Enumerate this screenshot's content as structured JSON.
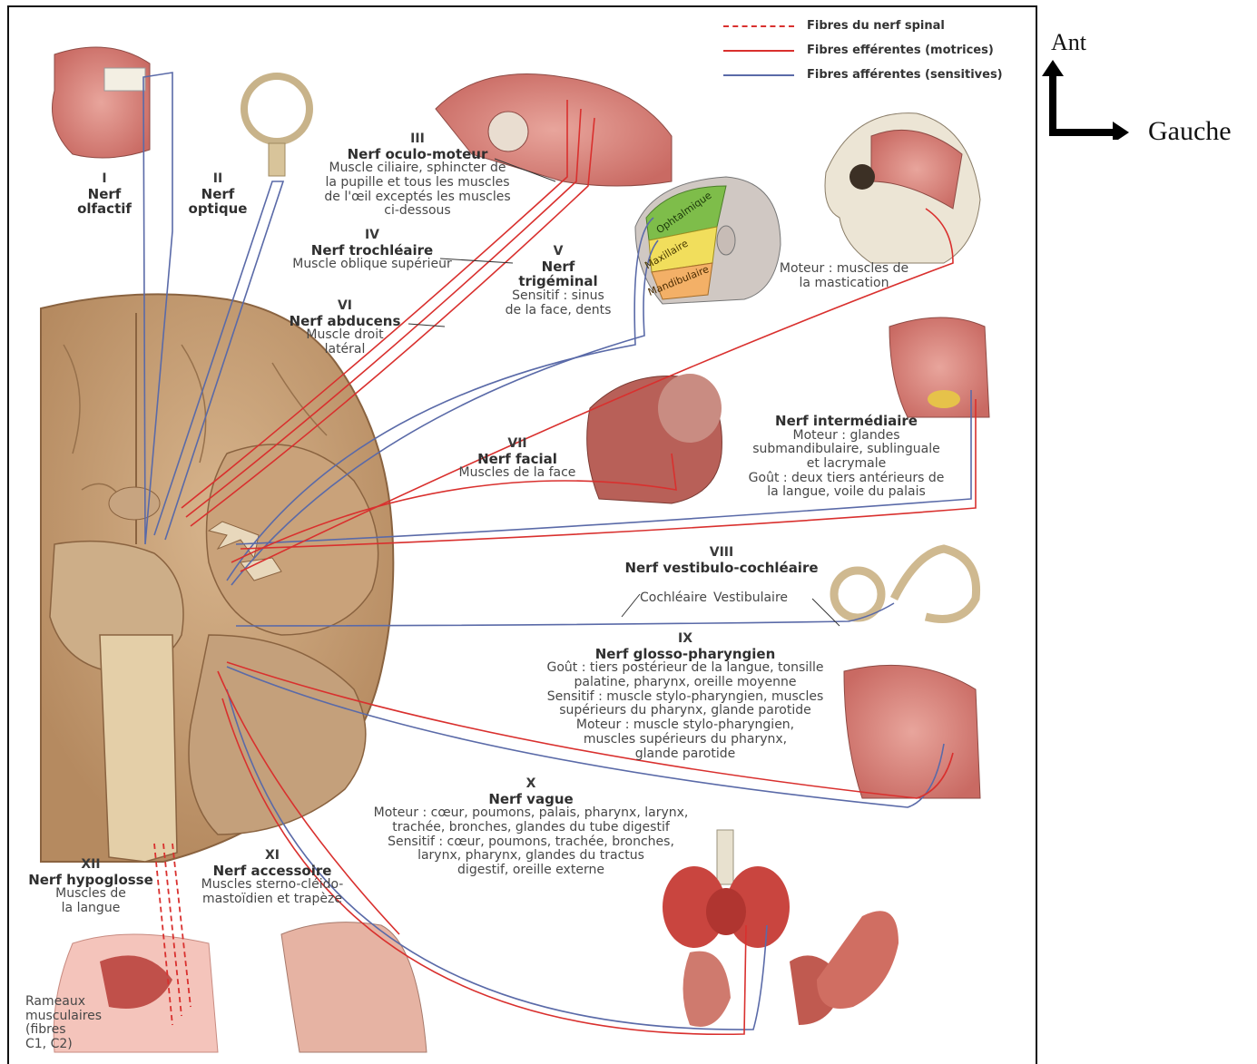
{
  "legend": {
    "spinal": "Fibres du nerf spinal",
    "efferent": "Fibres efférentes (motrices)",
    "afferent": "Fibres afférentes (sensitives)",
    "colors": {
      "spinal": "#d9302e",
      "efferent": "#d9302e",
      "afferent": "#5a6aa8"
    }
  },
  "orientation": {
    "ant": "Ant",
    "gauche": "Gauche"
  },
  "nerves": {
    "n1": {
      "num": "I",
      "name1": "Nerf",
      "name2": "olfactif"
    },
    "n2": {
      "num": "II",
      "name1": "Nerf",
      "name2": "optique"
    },
    "n3": {
      "num": "III",
      "name": "Nerf oculo-moteur",
      "desc": [
        "Muscle ciliaire, sphincter de",
        "la pupille et tous les muscles",
        "de l'œil exceptés les muscles",
        "ci-dessous"
      ]
    },
    "n4": {
      "num": "IV",
      "name": "Nerf trochléaire",
      "desc": "Muscle oblique supérieur"
    },
    "n5": {
      "num": "V",
      "name1": "Nerf",
      "name2": "trigéminal",
      "desc": [
        "Sensitif : sinus",
        "de la face, dents"
      ],
      "motor": [
        "Moteur : muscles de",
        "la mastication"
      ],
      "zones": [
        "Ophtalmique",
        "Maxillaire",
        "Mandibulaire"
      ]
    },
    "n6": {
      "num": "VI",
      "name": "Nerf abducens",
      "desc": [
        "Muscle droit",
        "latéral"
      ]
    },
    "n7": {
      "num": "VII",
      "name": "Nerf facial",
      "desc": "Muscles de la face"
    },
    "inter": {
      "name": "Nerf intermédiaire",
      "desc": [
        "Moteur : glandes",
        "submandibulaire, sublinguale",
        "et lacrymale",
        "Goût : deux tiers antérieurs de",
        "la langue, voile du palais"
      ]
    },
    "n8": {
      "num": "VIII",
      "name": "Nerf vestibulo-cochléaire",
      "desc": [
        "Cochléaire",
        "Vestibulaire"
      ]
    },
    "n9": {
      "num": "IX",
      "name": "Nerf glosso-pharyngien",
      "desc": [
        "Goût : tiers postérieur de la langue, tonsille",
        "palatine, pharynx, oreille moyenne",
        "Sensitif : muscle stylo-pharyngien, muscles",
        "supérieurs du pharynx, glande parotide",
        "Moteur : muscle stylo-pharyngien,",
        "muscles supérieurs du pharynx,",
        "glande parotide"
      ]
    },
    "n10": {
      "num": "X",
      "name": "Nerf vague",
      "desc": [
        "Moteur : cœur, poumons, palais, pharynx, larynx,",
        "trachée, bronches, glandes du tube digestif",
        "Sensitif : cœur, poumons, trachée, bronches,",
        "larynx, pharynx, glandes du tractus",
        "digestif, oreille externe"
      ]
    },
    "n11": {
      "num": "XI",
      "name": "Nerf accessoire",
      "desc": [
        "Muscles sterno-cléido-",
        "mastoïdien et trapèze"
      ]
    },
    "n12": {
      "num": "XII",
      "name": "Nerf hypoglosse",
      "desc": [
        "Muscles de",
        "la langue"
      ]
    },
    "rameaux": [
      "Rameaux",
      "musculaires",
      "(fibres",
      "C1, C2)"
    ]
  }
}
